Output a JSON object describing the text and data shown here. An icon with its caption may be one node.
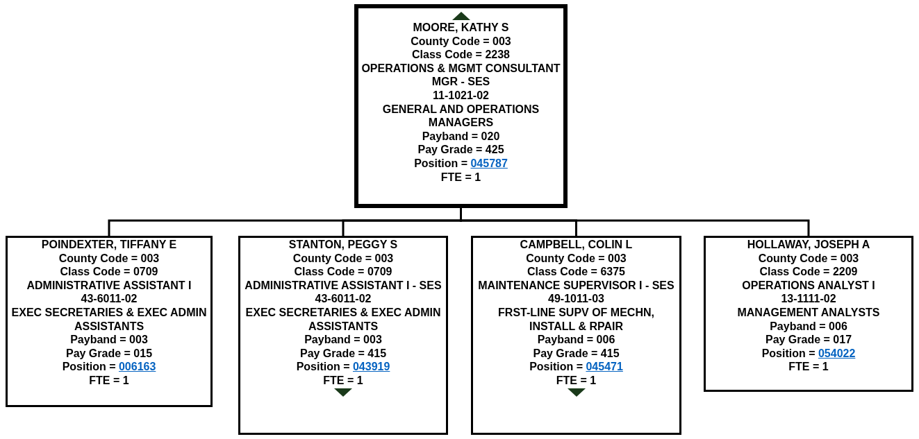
{
  "diagram": {
    "nodes": [
      {
        "text": [
          "MOORE, KATHY S",
          "County Code = 003",
          "Class Code = 2238",
          "OPERATIONS & MGMT CONSULTANT MGR - SES",
          "11-1021-02",
          "GENERAL AND OPERATIONS MANAGERS",
          "Payband = 020",
          "Pay Grade = 425",
          "Position = 045787",
          "FTE = 1"
        ]
      },
      {
        "text": [
          "POINDEXTER, TIFFANY E",
          "County Code = 003",
          "Class Code = 0709",
          "ADMINISTRATIVE ASSISTANT I",
          "43-6011-02",
          "EXEC SECRETARIES & EXEC ADMIN ASSISTANTS",
          "Payband = 003",
          "Pay Grade = 015",
          "Position = 006163",
          "FTE = 1"
        ]
      },
      {
        "text": [
          "STANTON, PEGGY S",
          "County Code = 003",
          "Class Code = 0709",
          "ADMINISTRATIVE ASSISTANT I - SES",
          "43-6011-02",
          "EXEC SECRETARIES & EXEC ADMIN ASSISTANTS",
          "Payband = 003",
          "Pay Grade = 415",
          "Position = 043919",
          "FTE = 1"
        ]
      },
      {
        "text": [
          "CAMPBELL, COLIN L",
          "County Code = 003",
          "Class Code = 6375",
          "MAINTENANCE SUPERVISOR I - SES",
          "49-1011-03",
          "FRST-LINE SUPV OF MECHN, INSTALL & RPAIR",
          "Payband = 006",
          "Pay Grade = 415",
          "Position = 045471",
          "FTE = 1"
        ]
      },
      {
        "text": [
          "HOLLAWAY, JOSEPH A",
          "County Code = 003",
          "Class Code = 2209",
          "OPERATIONS ANALYST I",
          "13-1111-02",
          "MANAGEMENT ANALYSTS",
          "Payband = 006",
          "Pay Grade = 017",
          "Position = 054022",
          "FTE = 1"
        ]
      }
    ],
    "edges": [
      {
        "from": 0,
        "to": 1,
        "arrow": "none"
      },
      {
        "from": 0,
        "to": 2,
        "arrow": "none"
      },
      {
        "from": 0,
        "to": 3,
        "arrow": "none"
      },
      {
        "from": 0,
        "to": 4,
        "arrow": "none"
      }
    ]
  }
}
